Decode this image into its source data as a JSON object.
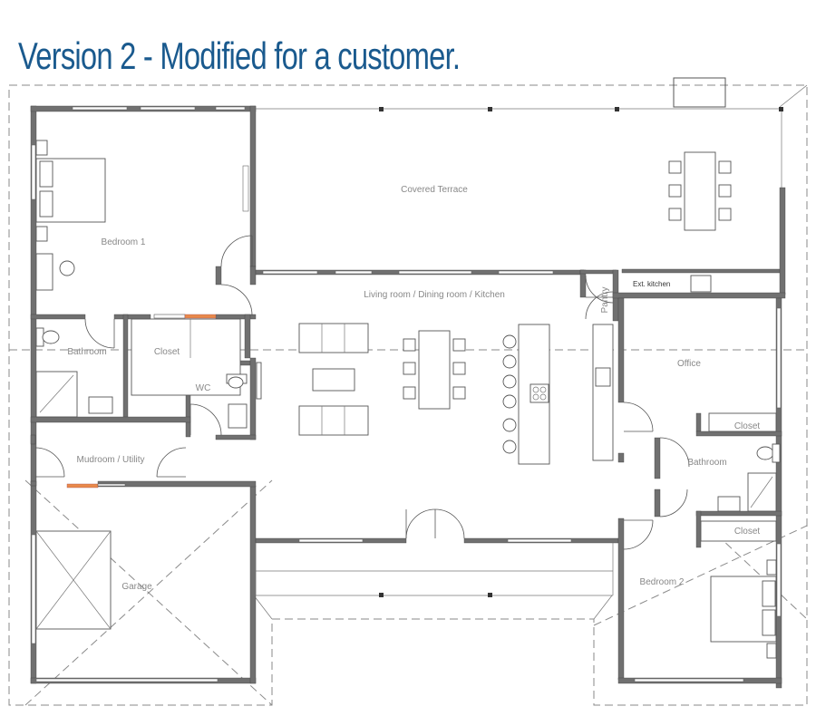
{
  "title": "Version 2 - Modified for a customer.",
  "colors": {
    "title": "#1a5a8e",
    "walls": "#707070",
    "door_accent": "#e8894a",
    "labels": "#888888"
  },
  "rooms": {
    "bedroom1": "Bedroom 1",
    "covered_terrace": "Covered Terrace",
    "living": "Living room / Dining room / Kitchen",
    "pantry": "Pantry",
    "ext_kitchen": "Ext. kitchen",
    "bathroom1": "Bathroom",
    "closet1": "Closet",
    "wc": "WC",
    "office": "Office",
    "closet_office": "Closet",
    "bathroom2": "Bathroom",
    "mudroom": "Mudroom / Utility",
    "closet2": "Closet",
    "garage": "Garage",
    "bedroom2": "Bedroom 2"
  }
}
